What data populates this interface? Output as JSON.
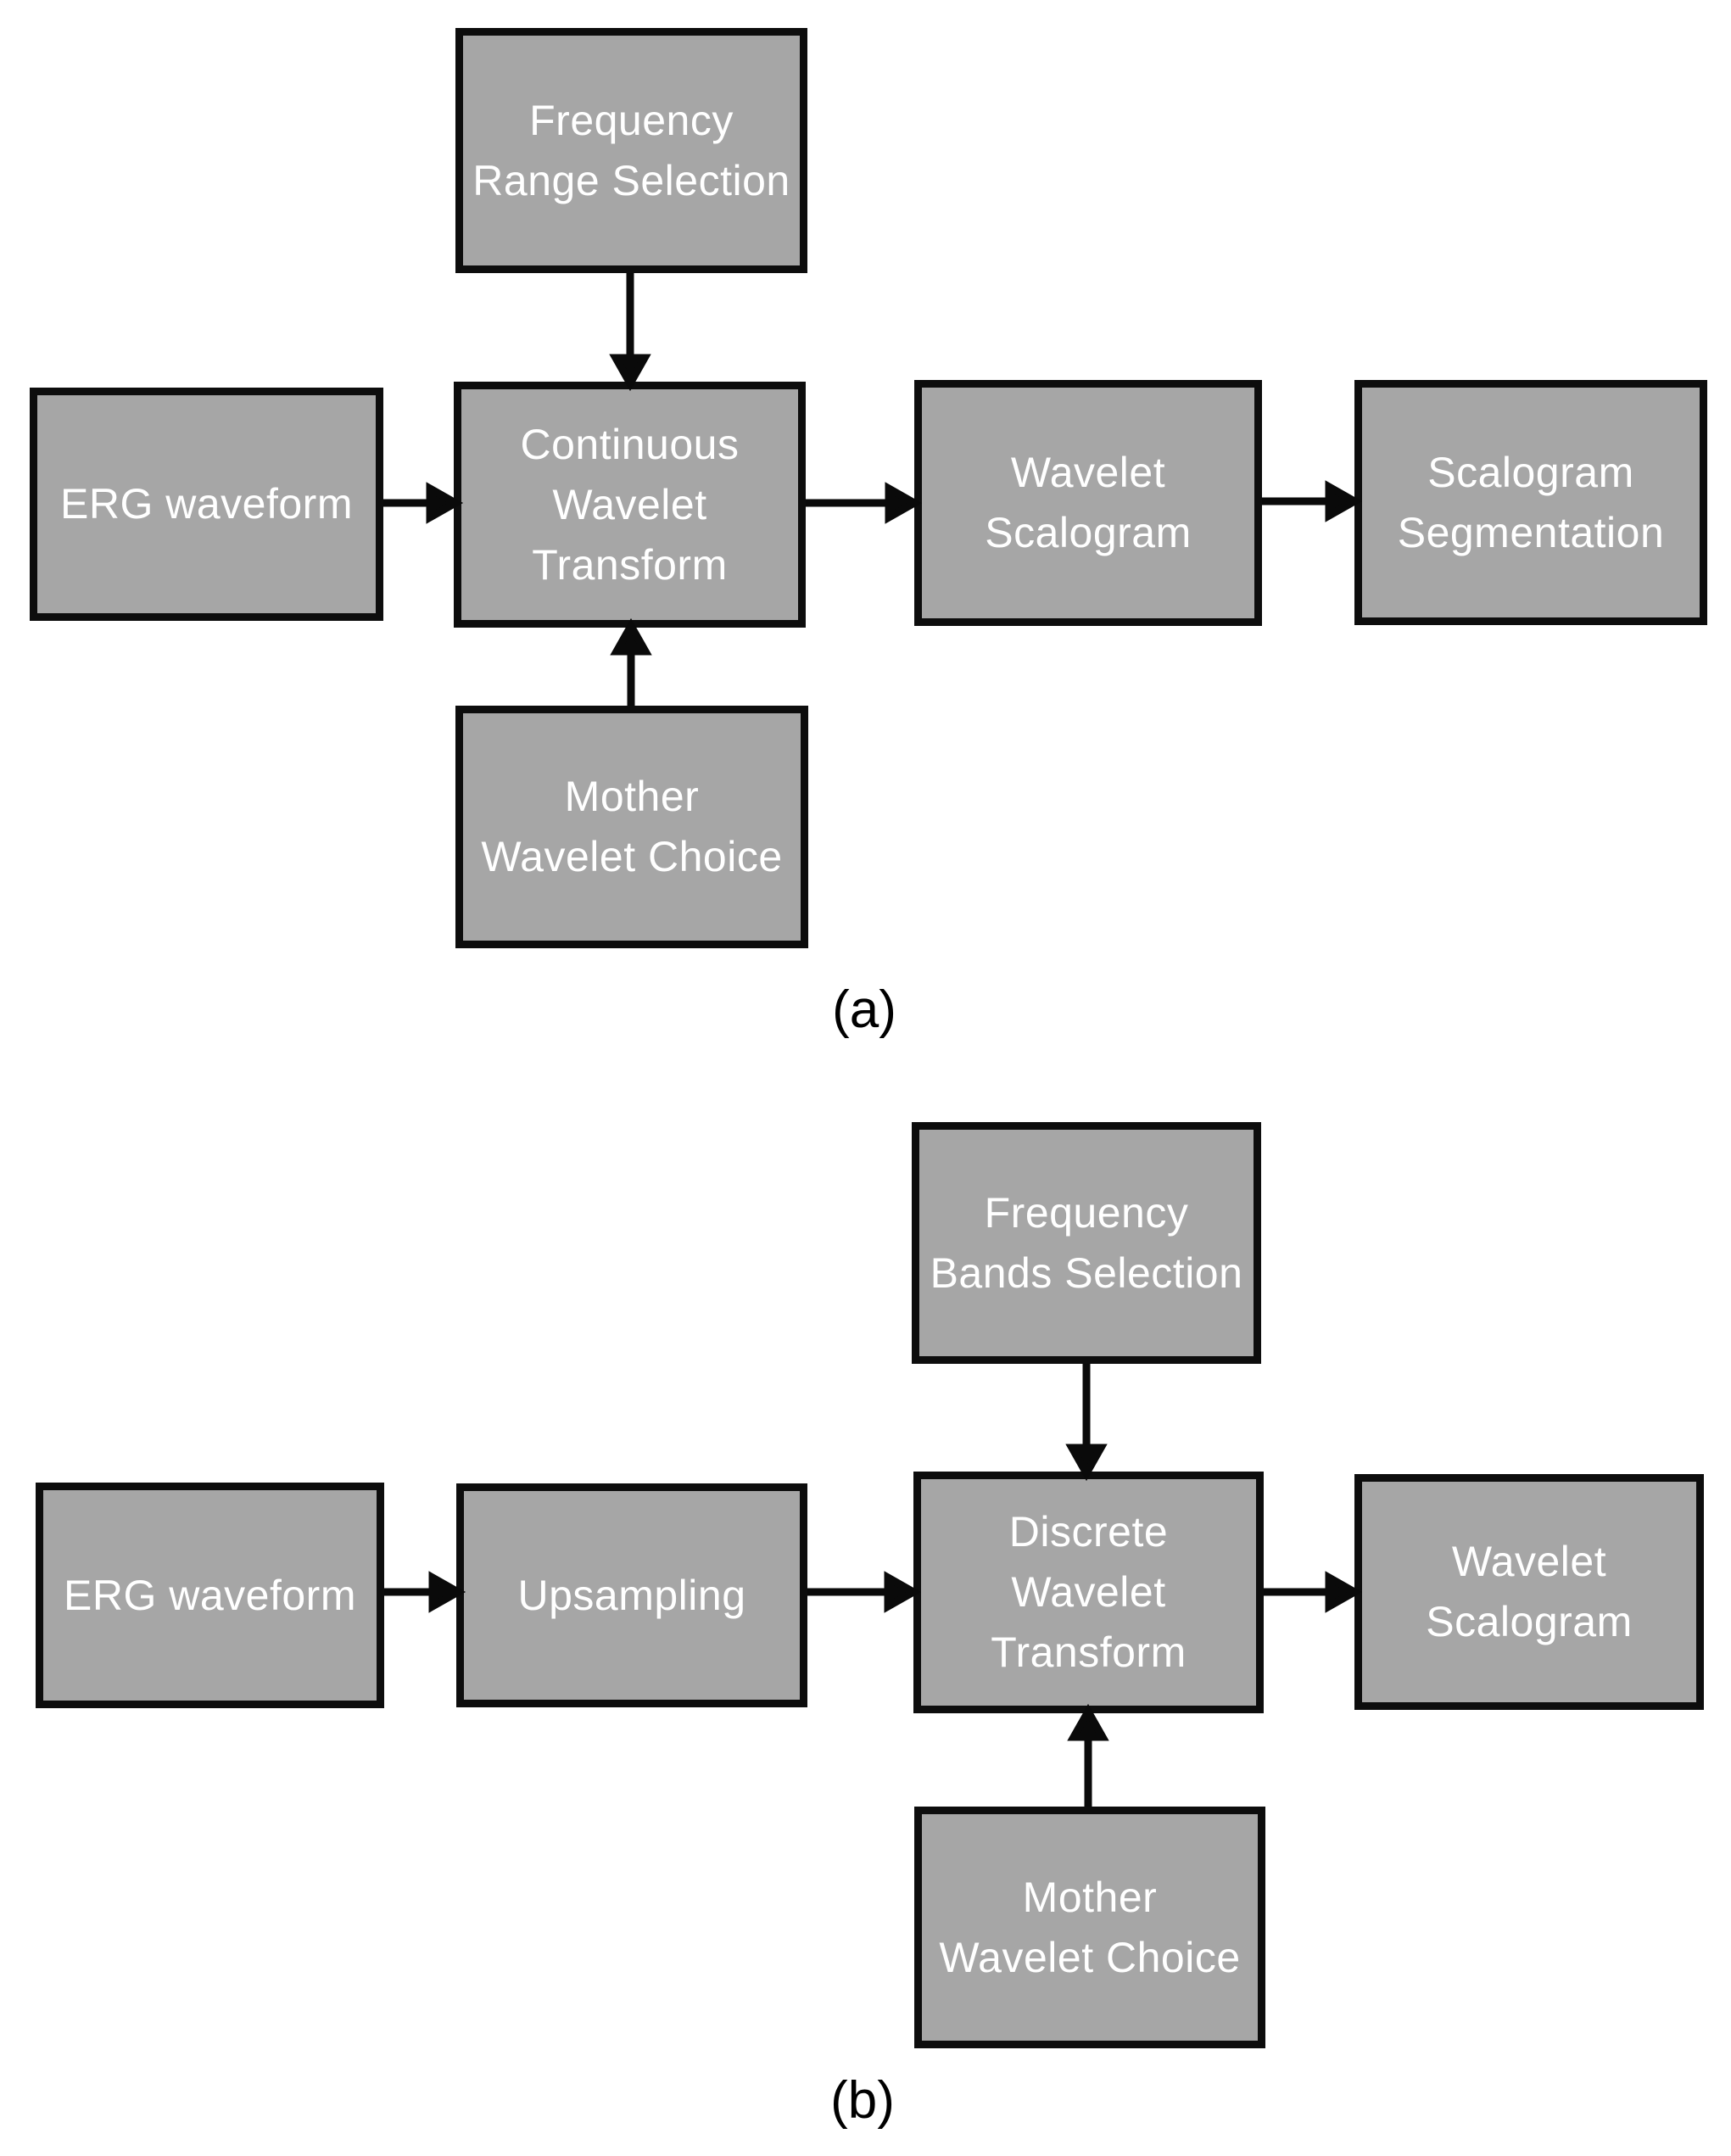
{
  "figure": {
    "colors": {
      "box_fill": "#a6a6a6",
      "box_border": "#0d0d0d",
      "box_text": "#ffffff",
      "arrow": "#0a0a0a",
      "background": "#ffffff",
      "label_text": "#000000"
    },
    "panels": [
      {
        "label": "(a)",
        "nodes": [
          {
            "id": "frequency-range-selection",
            "text": "Frequency\nRange Selection"
          },
          {
            "id": "erg-waveform",
            "text": "ERG waveform"
          },
          {
            "id": "continuous-wavelet-transform",
            "text": "Continuous\nWavelet\nTransform"
          },
          {
            "id": "wavelet-scalogram",
            "text": "Wavelet\nScalogram"
          },
          {
            "id": "scalogram-segmentation",
            "text": "Scalogram\nSegmentation"
          },
          {
            "id": "mother-wavelet-choice",
            "text": "Mother\nWavelet Choice"
          }
        ],
        "edges": [
          {
            "from": "frequency-range-selection",
            "to": "continuous-wavelet-transform"
          },
          {
            "from": "erg-waveform",
            "to": "continuous-wavelet-transform"
          },
          {
            "from": "continuous-wavelet-transform",
            "to": "wavelet-scalogram"
          },
          {
            "from": "wavelet-scalogram",
            "to": "scalogram-segmentation"
          },
          {
            "from": "mother-wavelet-choice",
            "to": "continuous-wavelet-transform"
          }
        ]
      },
      {
        "label": "(b)",
        "nodes": [
          {
            "id": "frequency-bands-selection",
            "text": "Frequency\nBands Selection"
          },
          {
            "id": "erg-waveform",
            "text": "ERG waveform"
          },
          {
            "id": "upsampling",
            "text": "Upsampling"
          },
          {
            "id": "discrete-wavelet-transform",
            "text": "Discrete\nWavelet\nTransform"
          },
          {
            "id": "wavelet-scalogram",
            "text": "Wavelet\nScalogram"
          },
          {
            "id": "mother-wavelet-choice",
            "text": "Mother\nWavelet Choice"
          }
        ],
        "edges": [
          {
            "from": "frequency-bands-selection",
            "to": "discrete-wavelet-transform"
          },
          {
            "from": "erg-waveform",
            "to": "upsampling"
          },
          {
            "from": "upsampling",
            "to": "discrete-wavelet-transform"
          },
          {
            "from": "discrete-wavelet-transform",
            "to": "wavelet-scalogram"
          },
          {
            "from": "mother-wavelet-choice",
            "to": "discrete-wavelet-transform"
          }
        ]
      }
    ]
  }
}
